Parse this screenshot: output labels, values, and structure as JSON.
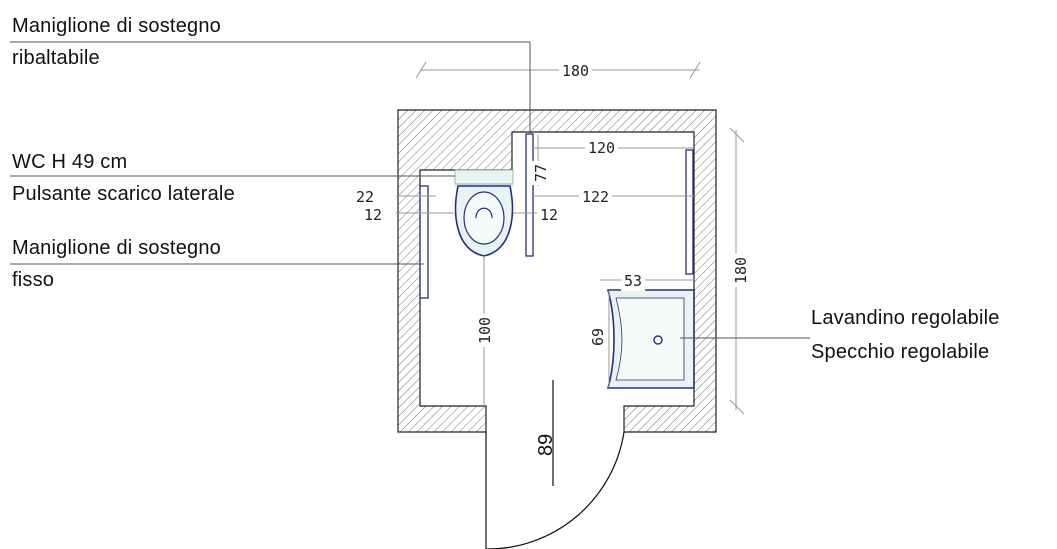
{
  "labels": {
    "grab_bar_folding_line1": "Maniglione di sostegno",
    "grab_bar_folding_line2": "ribaltabile",
    "wc_height": "WC H 49 cm",
    "flush_button": "Pulsante scarico laterale",
    "grab_bar_fixed_line1": "Maniglione di sostegno",
    "grab_bar_fixed_line2": "fisso",
    "sink": "Lavandino regolabile",
    "mirror": "Specchio regolabile"
  },
  "dimensions": {
    "width_total": "180",
    "height_total": "180",
    "inner_top": "120",
    "wc_axis_to_wall": "122",
    "bar_offset_left": "22",
    "wc_gap_left": "12",
    "wc_gap_right": "12",
    "wc_depth": "77",
    "front_space": "100",
    "sink_width": "53",
    "sink_depth": "69",
    "door_width": "89"
  },
  "colors": {
    "wall_hatch": "#777777",
    "fixture_fill": "#eaf4f4",
    "fixture_stroke": "#2a2f7a",
    "dimension_line": "#999999",
    "leader_line": "#555555"
  }
}
